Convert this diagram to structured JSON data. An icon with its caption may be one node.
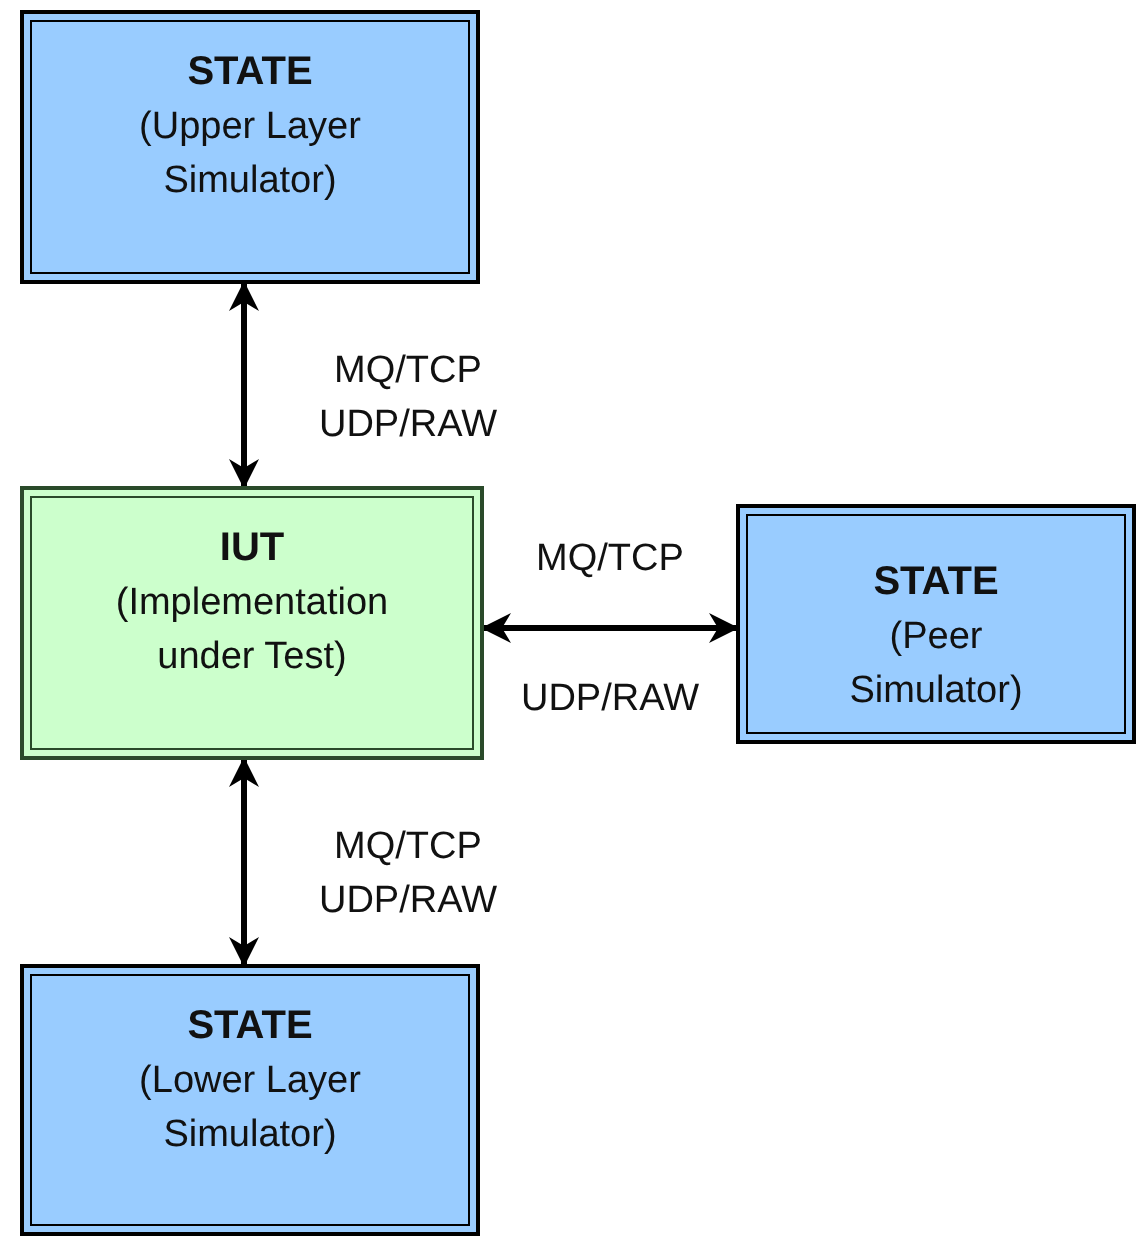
{
  "diagram": {
    "nodes": [
      {
        "text": [
          "STATE",
          "(Upper Layer Simulator)"
        ]
      },
      {
        "text": [
          "IUT",
          "(Implementation under Test)"
        ]
      },
      {
        "text": [
          "STATE",
          "(Peer Simulator)"
        ]
      },
      {
        "text": [
          "STATE",
          "(Lower Layer Simulator)"
        ]
      }
    ],
    "edges": [
      {
        "from": 0,
        "to": 1,
        "arrow": "both",
        "label": "MQ/TCP UDP/RAW"
      },
      {
        "from": 1,
        "to": 2,
        "arrow": "both",
        "label": "MQ/TCP"
      },
      {
        "from": 1,
        "to": 3,
        "arrow": "both",
        "label": "MQ/TCP UDP/RAW"
      }
    ],
    "labels": [
      "UDP/RAW"
    ]
  }
}
